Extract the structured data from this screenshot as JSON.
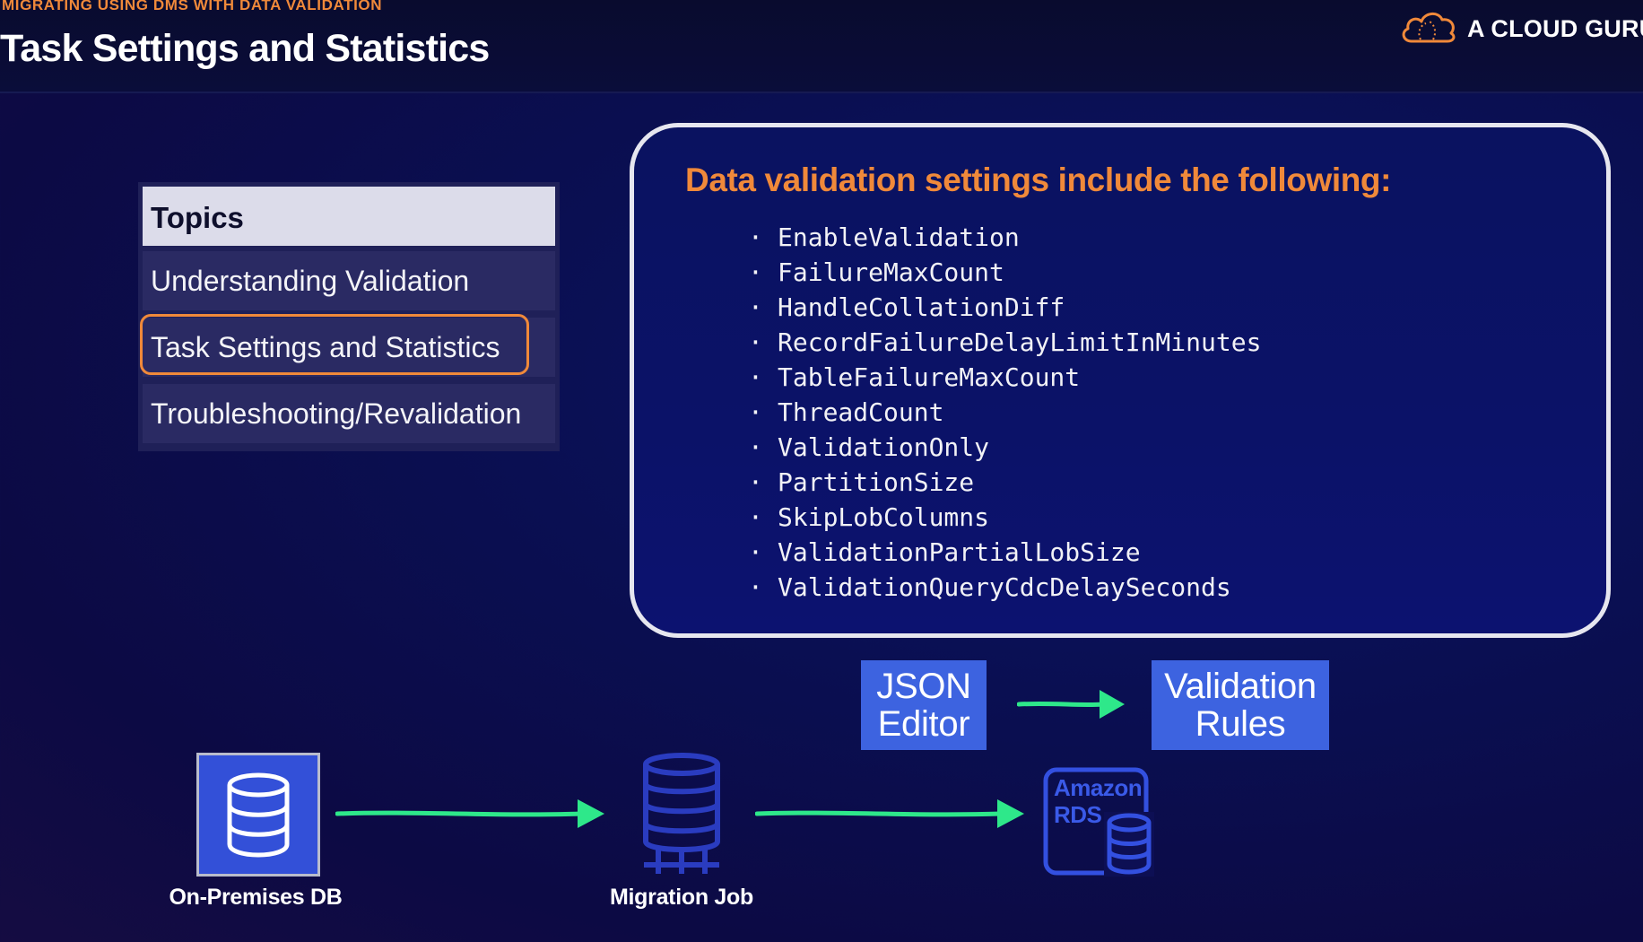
{
  "header": {
    "eyebrow": "MIGRATING USING DMS WITH DATA VALIDATION",
    "title": "Task Settings and Statistics",
    "brand_name": "A CLOUD GURU",
    "brand_icon": "cloud-icon"
  },
  "topics": {
    "header": "Topics",
    "items": [
      {
        "label": "Understanding Validation",
        "active": false
      },
      {
        "label": "Task Settings and Statistics",
        "active": true
      },
      {
        "label": "Troubleshooting/Revalidation",
        "active": false
      }
    ]
  },
  "settings": {
    "heading": "Data validation settings include the following:",
    "bullet": "·",
    "items": [
      "EnableValidation",
      "FailureMaxCount",
      "HandleCollationDiff",
      "RecordFailureDelayLimitInMinutes",
      "TableFailureMaxCount",
      "ThreadCount",
      "ValidationOnly",
      "PartitionSize",
      "SkipLobColumns",
      "ValidationPartialLobSize",
      "ValidationQueryCdcDelaySeconds"
    ]
  },
  "flow": {
    "json_editor": {
      "line1": "JSON",
      "line2": "Editor"
    },
    "validation_rules": {
      "line1": "Validation",
      "line2": "Rules"
    },
    "onprem_label": "On-Premises DB",
    "migration_label": "Migration Job",
    "rds_text": {
      "line1": "Amazon",
      "line2": "RDS"
    }
  },
  "colors": {
    "accent_orange": "#f0893a",
    "arrow_green": "#2ee88a",
    "box_blue": "#3d63e0"
  }
}
